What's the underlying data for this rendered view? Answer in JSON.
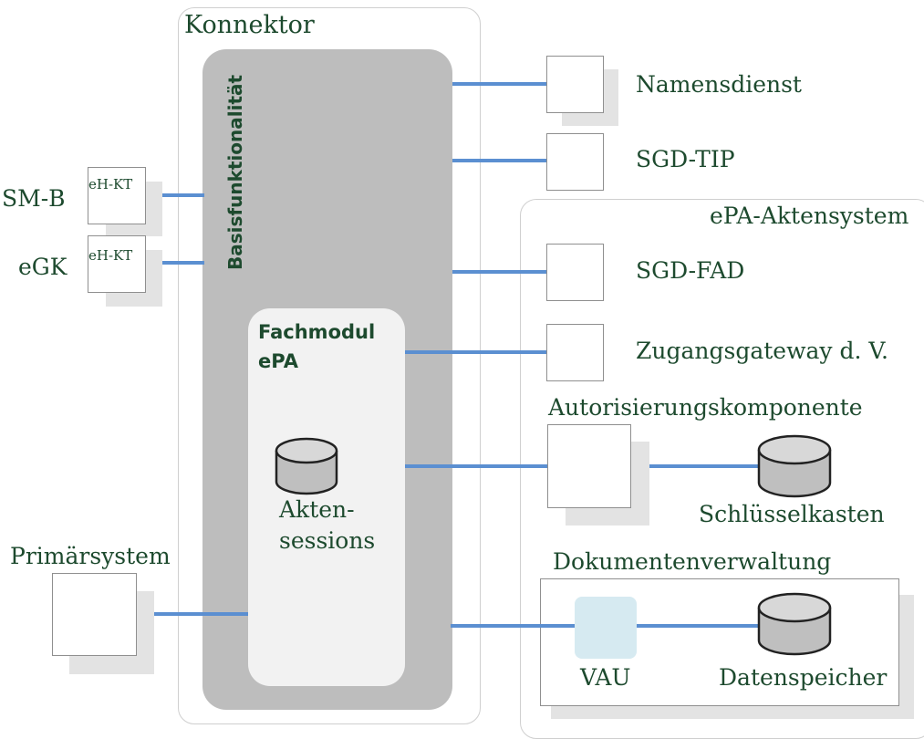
{
  "konnektor": {
    "title": "Konnektor",
    "basis_label": "Basisfunktionalität",
    "fachmodul_line1": "Fachmodul",
    "fachmodul_line2": "ePA",
    "akten_line1": "Akten-",
    "akten_line2": "sessions"
  },
  "left": {
    "smb_label": "SM-B",
    "egk_label": "eGK",
    "ehkt1_label": "eH-KT",
    "ehkt2_label": "eH-KT",
    "primaersystem_label": "Primärsystem"
  },
  "right": {
    "namensdienst_label": "Namensdienst",
    "sgd_tip_label": "SGD-TIP",
    "epa_aktensystem_title": "ePA-Aktensystem",
    "sgd_fad_label": "SGD-FAD",
    "zugangsgateway_label": "Zugangsgateway d. V.",
    "autorisierung_label": "Autorisierungskomponente",
    "schluesselkasten_label": "Schlüsselkasten",
    "dokumentenverwaltung_label": "Dokumentenverwaltung",
    "vau_label": "VAU",
    "datenspeicher_label": "Datenspeicher"
  },
  "colors": {
    "connector_line": "#5b8fd1",
    "text_green": "#1d4a2e",
    "basis_gray": "#bdbdbd",
    "vau_fill": "#d6eaf1"
  }
}
